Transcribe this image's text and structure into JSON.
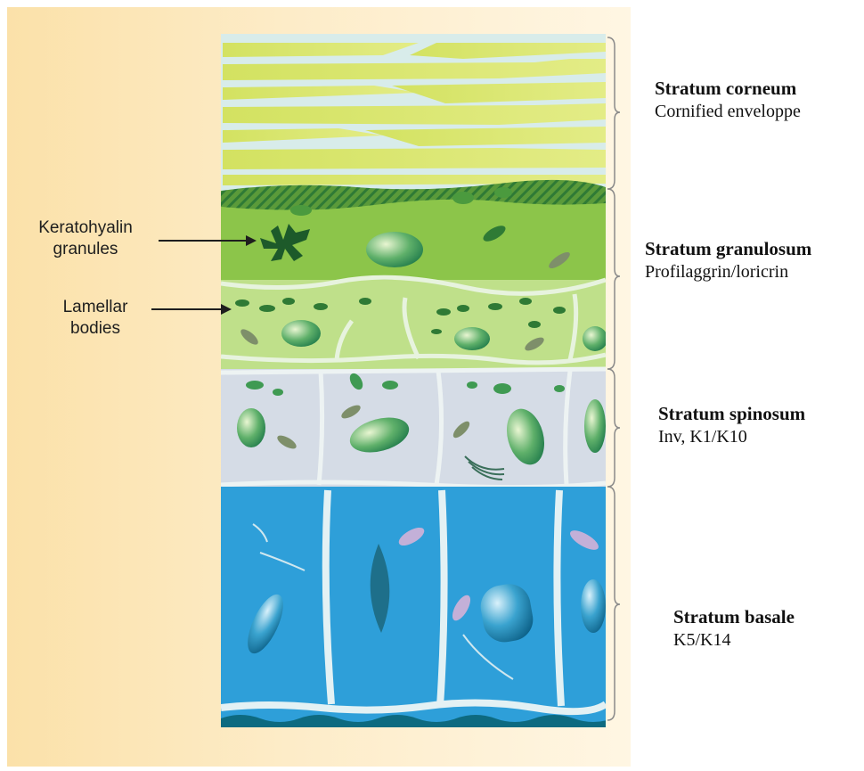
{
  "callouts": {
    "keratohyalin": {
      "line1": "Keratohyalin",
      "line2": "granules"
    },
    "lamellar": {
      "line1": "Lamellar",
      "line2": "bodies"
    }
  },
  "layers": [
    {
      "name": "Stratum corneum",
      "markers": "Cornified enveloppe",
      "color": "#d4e36b"
    },
    {
      "name": "Stratum granulosum",
      "markers": "Profilaggrin/loricrin",
      "color": "#8fc64a"
    },
    {
      "name": "Stratum spinosum",
      "markers": "Inv, K1/K10",
      "color": "#d6dde6"
    },
    {
      "name": "Stratum basale",
      "markers": "K5/K14",
      "color": "#2f9fd9"
    }
  ],
  "colors": {
    "background": "#fde7b8",
    "membrane": "#d8ecea",
    "granule": "#1e5a2a",
    "basement": "#0d6a80"
  }
}
